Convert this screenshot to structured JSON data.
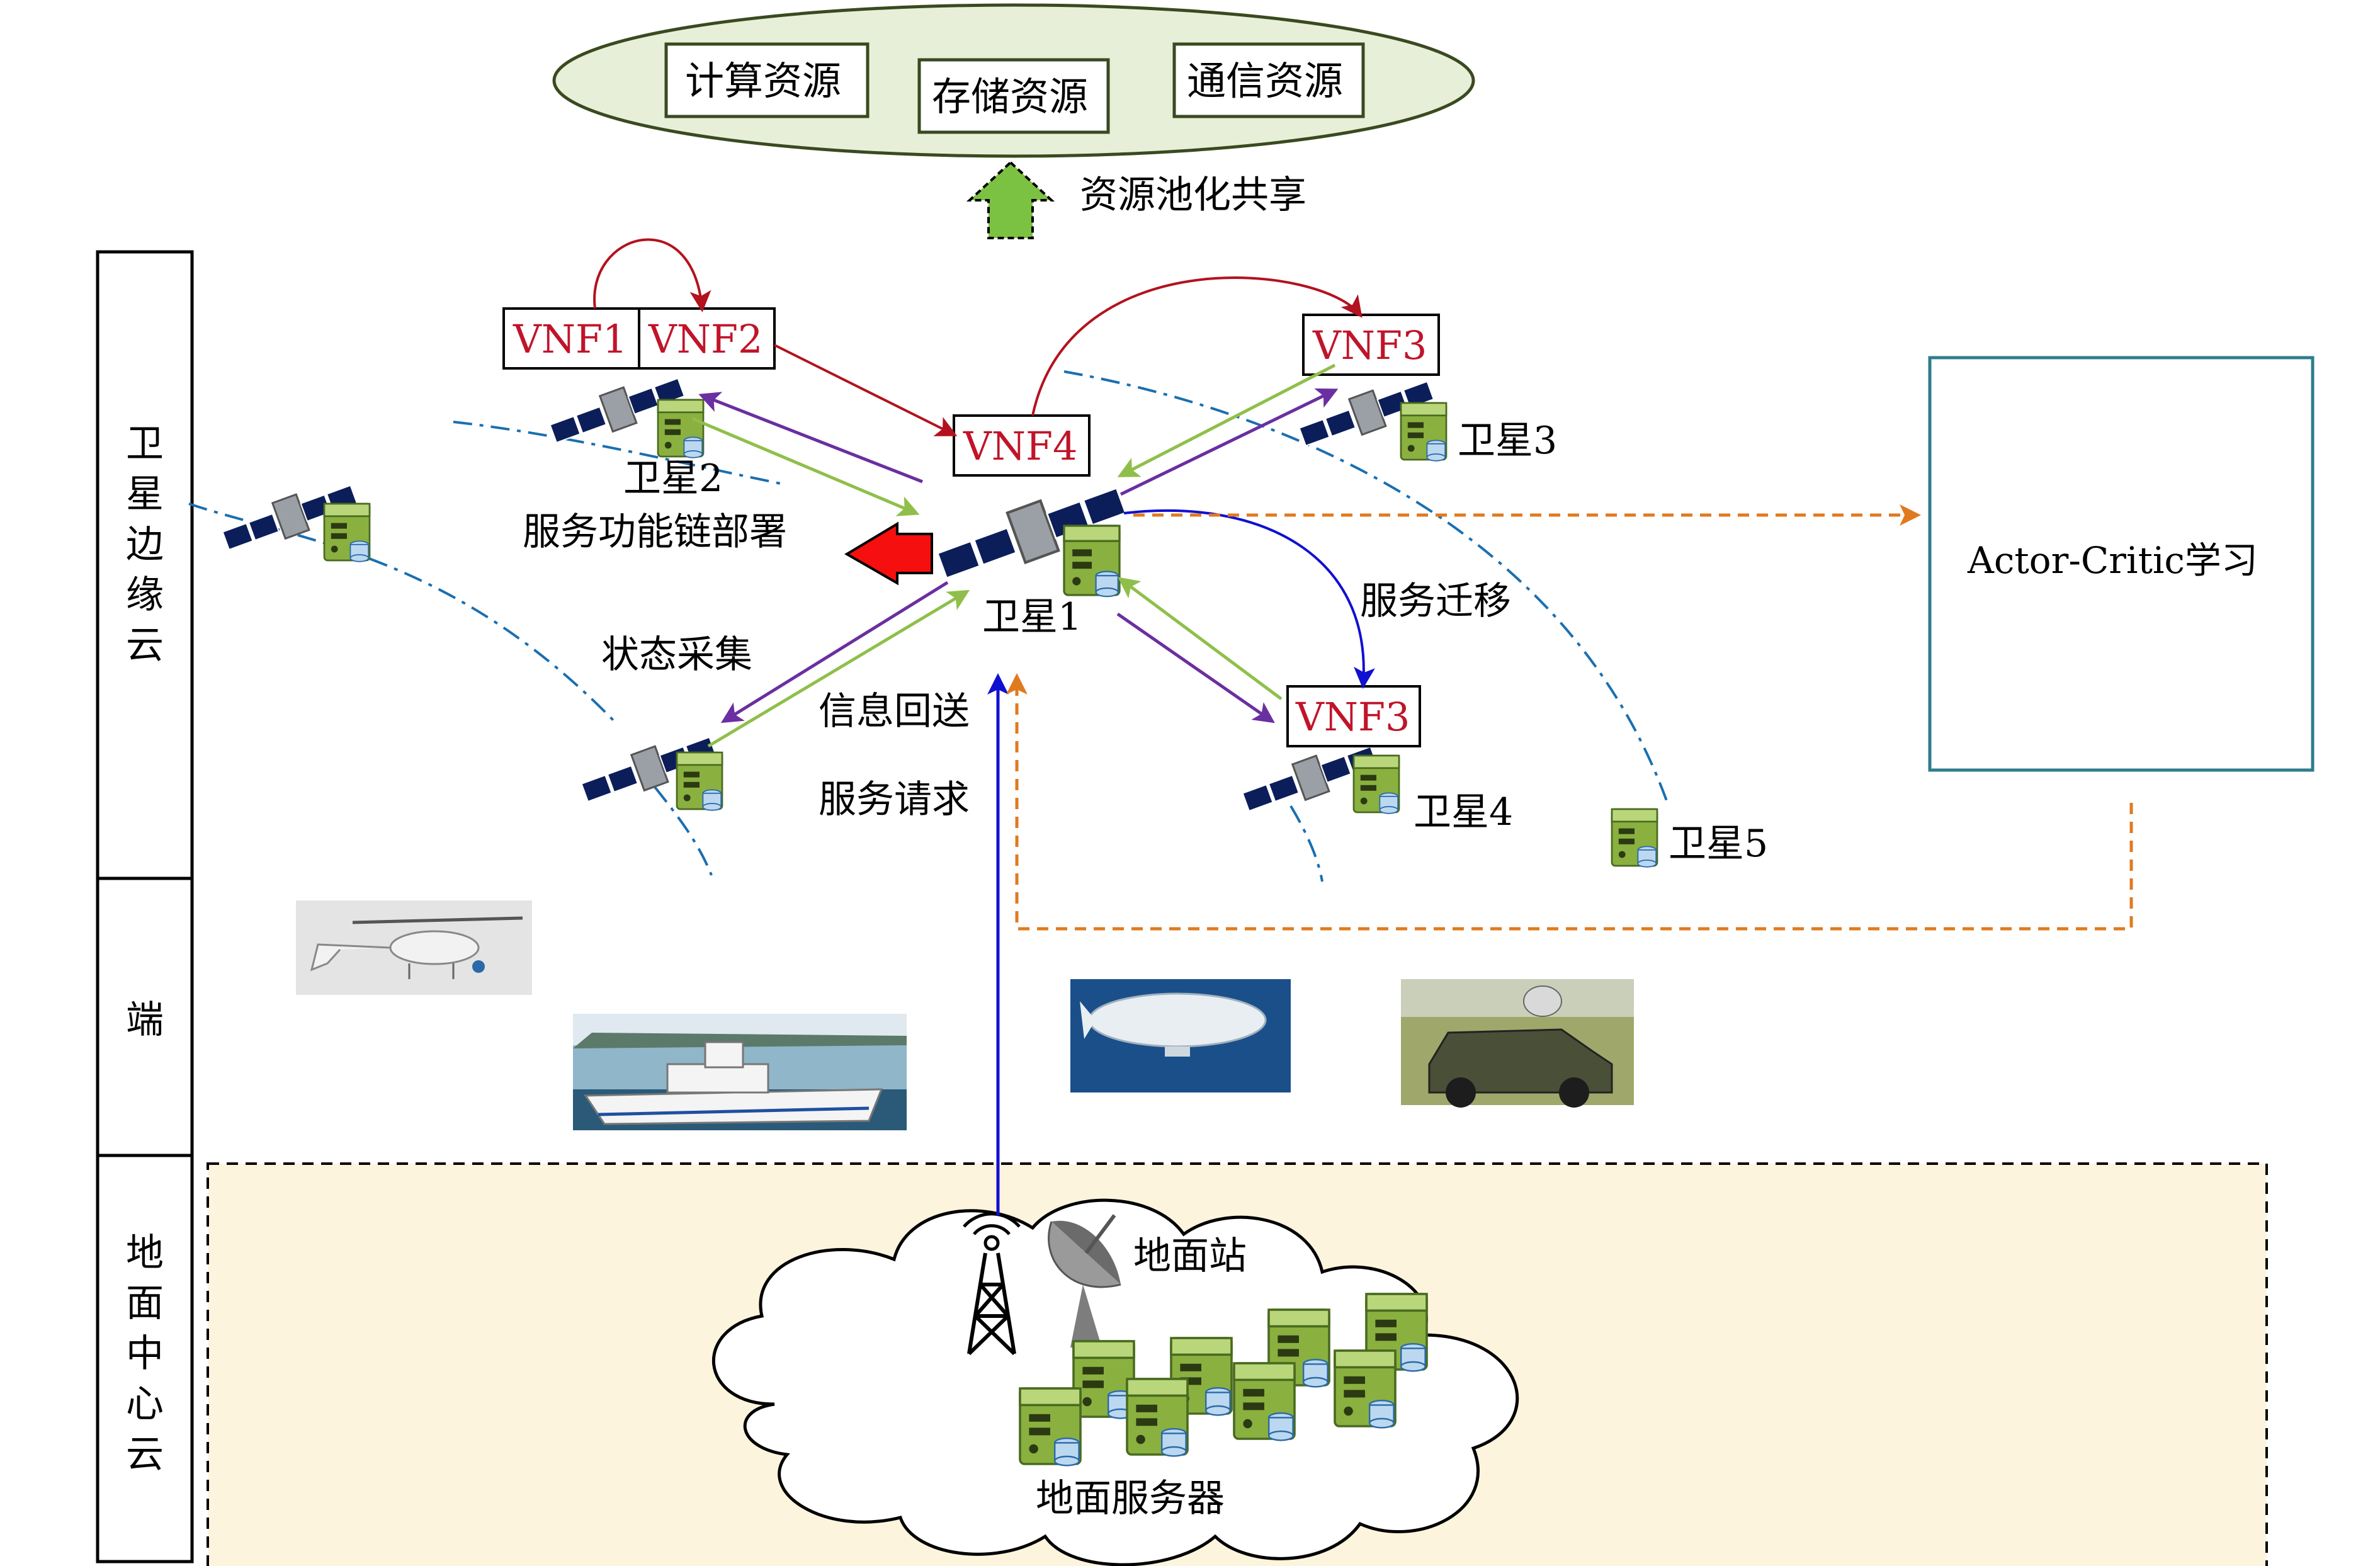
{
  "layers": {
    "satellite_edge": "卫星边缘云",
    "terminal": "端",
    "ground_center": "地面中心云"
  },
  "resource_pool": {
    "items": [
      "计算资源",
      "存储资源",
      "通信资源"
    ],
    "sharing_label": "资源池化共享"
  },
  "vnfs": {
    "vnf1": "VNF1",
    "vnf2": "VNF2",
    "vnf3_top": "VNF3",
    "vnf4": "VNF4",
    "vnf3_bottom": "VNF3"
  },
  "satellites": {
    "sat1": "卫星1",
    "sat2": "卫星2",
    "sat3": "卫星3",
    "sat4": "卫星4",
    "sat5": "卫星5"
  },
  "annotations": {
    "sfc_deploy": "服务功能链部署",
    "state_collect": "状态采集",
    "info_return": "信息回送",
    "service_request": "服务请求",
    "service_migration": "服务迁移"
  },
  "learner": {
    "label": "Actor-Critic学习"
  },
  "ground": {
    "station": "地面站",
    "servers": "地面服务器"
  },
  "colors": {
    "vnf_red": "#c0142a",
    "arrow_red": "#b3121e",
    "arrow_purple": "#6a2fa0",
    "arrow_green": "#8fbf4a",
    "arrow_blue": "#1010d0",
    "arrow_orange": "#e07a1f",
    "orbit_blue": "#1a6fb0",
    "pool_fill": "#e8efd9",
    "ground_fill": "#fdf4dd",
    "learner_border": "#2e7d8c"
  }
}
